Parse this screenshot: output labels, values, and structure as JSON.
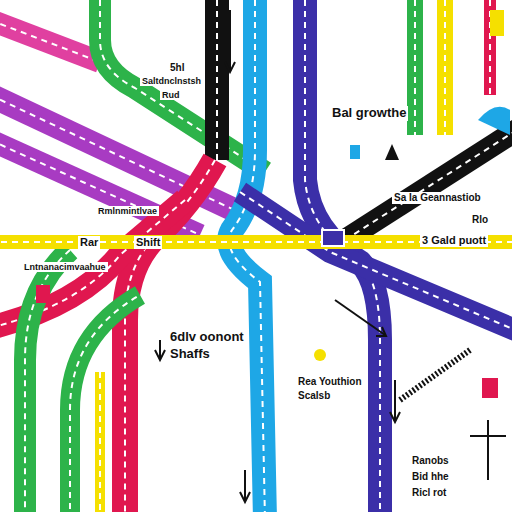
{
  "diagram": {
    "labels": [
      "5hl",
      "Saltdnclnstsh",
      "Rud",
      "Bal growthe",
      "Lntnanacimvaahue",
      "Rmlnmintlvae",
      "Rar",
      "Shift",
      "6dlv oonont",
      "Shaffs",
      "Rea Youthion",
      "Scalsb",
      "Sa Ia Geannastiob",
      "Rlo",
      "3 Gald puott",
      "Ranobs",
      "Bid hhe",
      "Ricl rot"
    ]
  }
}
